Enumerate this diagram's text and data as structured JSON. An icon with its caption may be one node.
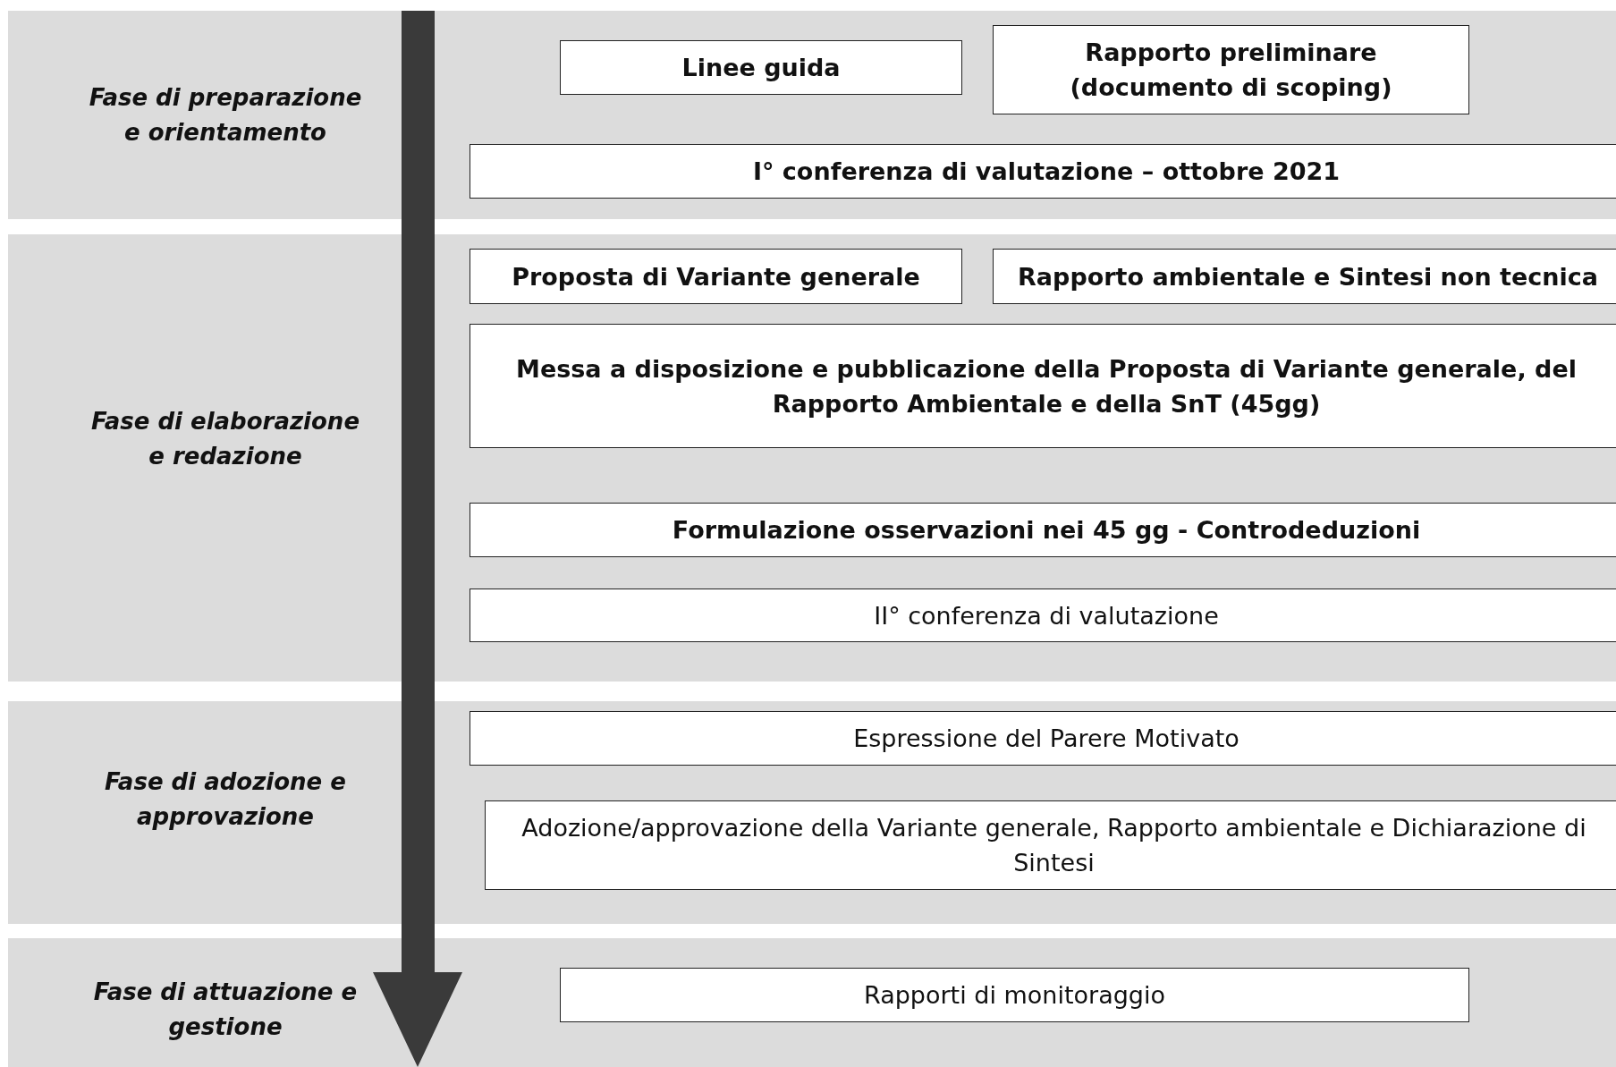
{
  "diagram": {
    "nodes": [
      {
        "text": [
          "Fase di preparazione e orientamento"
        ]
      },
      {
        "text": [
          "Linee guida"
        ],
        "in": 0
      },
      {
        "text": [
          "Rapporto preliminare (documento di scoping)"
        ],
        "in": 0
      },
      {
        "text": [
          "I° conferenza di valutazione – ottobre 2021"
        ],
        "in": 0
      },
      {
        "text": [
          "Fase di elaborazione e redazione"
        ]
      },
      {
        "text": [
          "Proposta di Variante generale"
        ],
        "in": 4
      },
      {
        "text": [
          "Rapporto ambientale e Sintesi non tecnica"
        ],
        "in": 4
      },
      {
        "text": [
          "Messa a disposizione e pubblicazione della Proposta di Variante generale, del Rapporto Ambientale e della SnT (45gg)"
        ],
        "in": 4
      },
      {
        "text": [
          "Formulazione osservazioni nei 45 gg - Controdeduzioni"
        ],
        "in": 4
      },
      {
        "text": [
          "II° conferenza di valutazione"
        ],
        "in": 4
      },
      {
        "text": [
          "Fase di adozione e approvazione"
        ]
      },
      {
        "text": [
          "Espressione del Parere Motivato"
        ],
        "in": 10
      },
      {
        "text": [
          "Adozione/approvazione della Variante generale, Rapporto ambientale e Dichiarazione di Sintesi"
        ],
        "in": 10
      },
      {
        "text": [
          "Fase di attuazione e gestione"
        ]
      },
      {
        "text": [
          "Rapporti di monitoraggio"
        ],
        "in": 13
      }
    ]
  }
}
